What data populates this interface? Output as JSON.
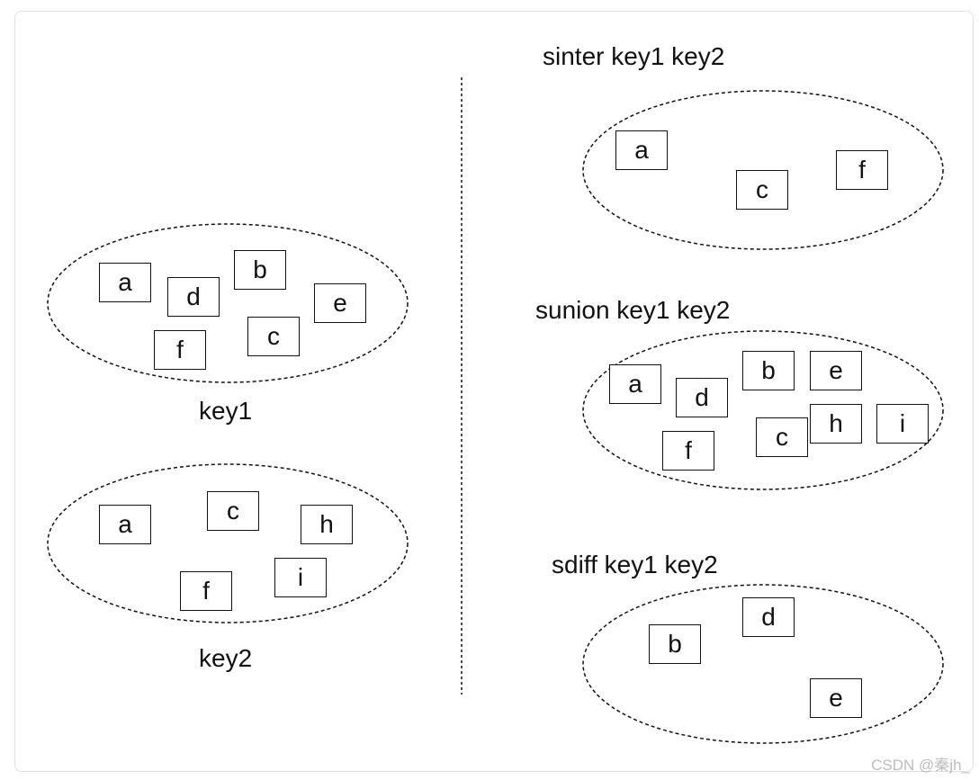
{
  "sets": {
    "key1": {
      "label": "key1",
      "members": [
        "a",
        "d",
        "b",
        "e",
        "f",
        "c"
      ]
    },
    "key2": {
      "label": "key2",
      "members": [
        "a",
        "c",
        "h",
        "f",
        "i"
      ]
    }
  },
  "results": {
    "sinter": {
      "command": "sinter key1 key2",
      "members": [
        "a",
        "c",
        "f"
      ]
    },
    "sunion": {
      "command": "sunion key1 key2",
      "members": [
        "a",
        "d",
        "b",
        "e",
        "f",
        "c",
        "h",
        "i"
      ]
    },
    "sdiff": {
      "command": "sdiff key1 key2",
      "members": [
        "b",
        "d",
        "e"
      ]
    }
  },
  "watermark": "CSDN @秦jh_"
}
